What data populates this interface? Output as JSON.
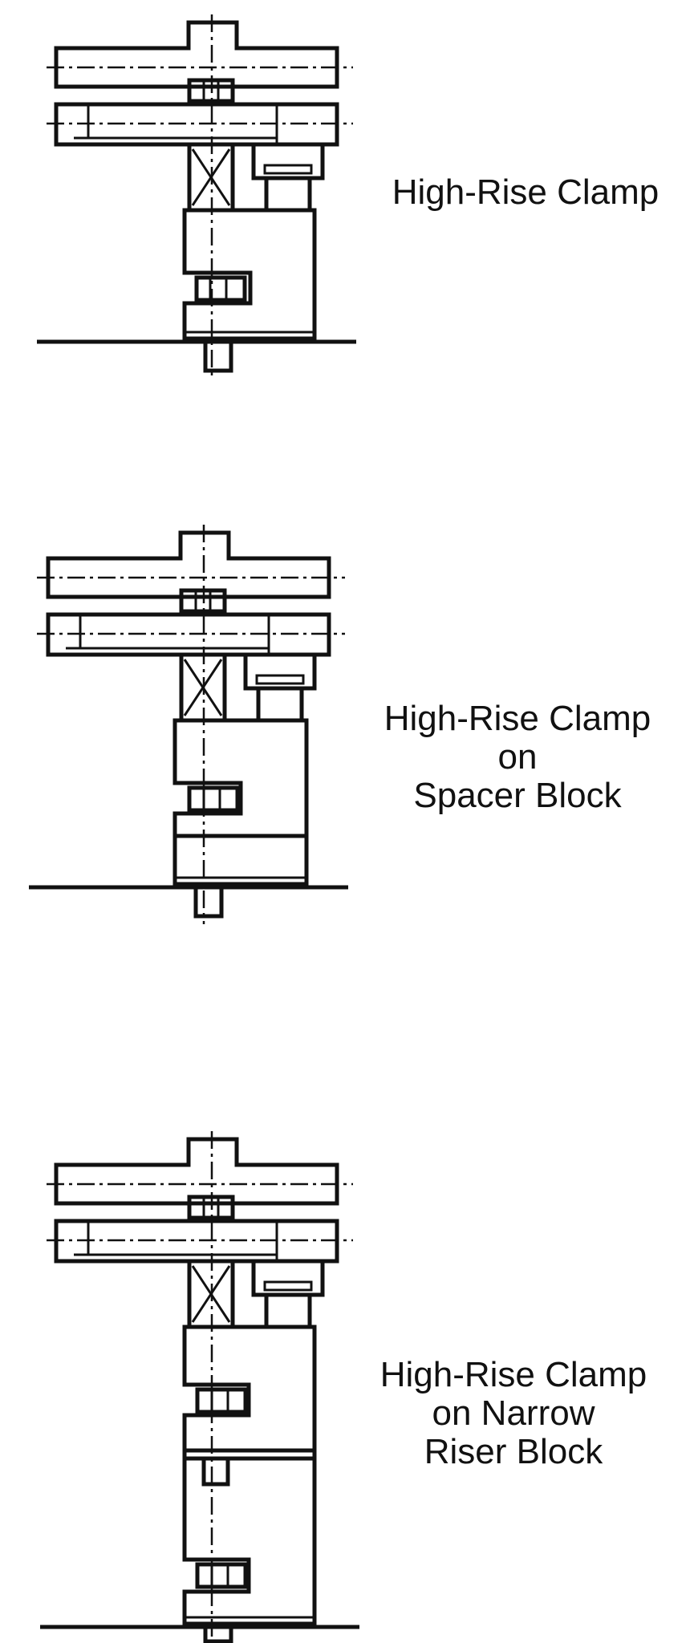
{
  "diagram": {
    "panels": [
      {
        "caption_lines": [
          "High-Rise Clamp"
        ]
      },
      {
        "caption_lines": [
          "High-Rise Clamp",
          "on",
          "Spacer Block"
        ]
      },
      {
        "caption_lines": [
          "High-Rise Clamp",
          "on Narrow",
          "Riser Block"
        ]
      }
    ]
  },
  "colors": {
    "ink": "#111111",
    "background": "#ffffff"
  }
}
